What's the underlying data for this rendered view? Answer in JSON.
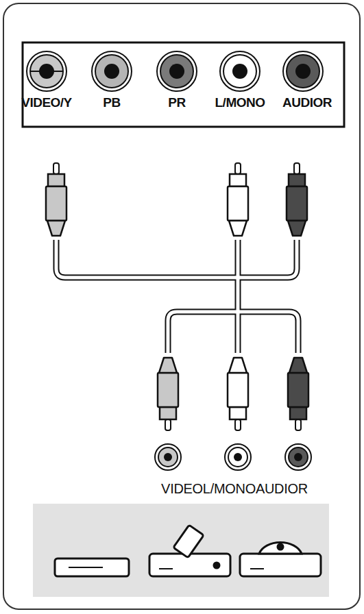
{
  "diagram": {
    "labels": [
      "VIDEO/Y",
      "PB",
      "PR",
      "L/MONO",
      "AUDIOR",
      "VIDEOL/MONOAUDIOR"
    ]
  }
}
